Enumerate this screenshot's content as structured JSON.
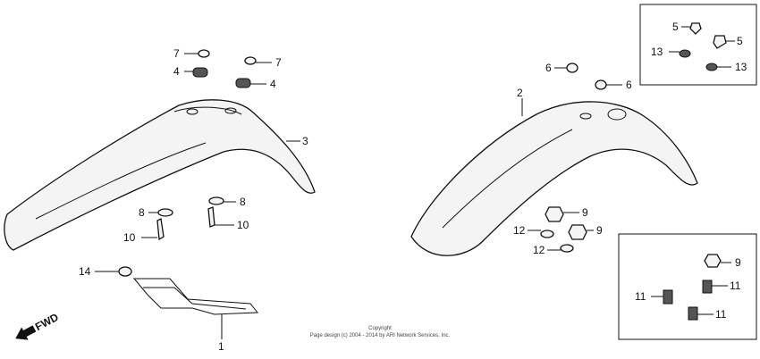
{
  "callouts": {
    "c1": "1",
    "c2": "2",
    "c3": "3",
    "c4a": "4",
    "c4b": "4",
    "c5a": "5",
    "c5b": "5",
    "c6a": "6",
    "c6b": "6",
    "c7a": "7",
    "c7b": "7",
    "c8a": "8",
    "c8b": "8",
    "c9a": "9",
    "c9b": "9",
    "c9c": "9",
    "c10a": "10",
    "c10b": "10",
    "c11a": "11",
    "c11b": "11",
    "c11c": "11",
    "c12a": "12",
    "c12b": "12",
    "c13a": "13",
    "c13b": "13",
    "c14": "14"
  },
  "fwd_label": "FWD",
  "copyright": {
    "line1": "Copyright",
    "line2": "Page design (c) 2004 - 2014 by ARI Network Services, Inc."
  }
}
